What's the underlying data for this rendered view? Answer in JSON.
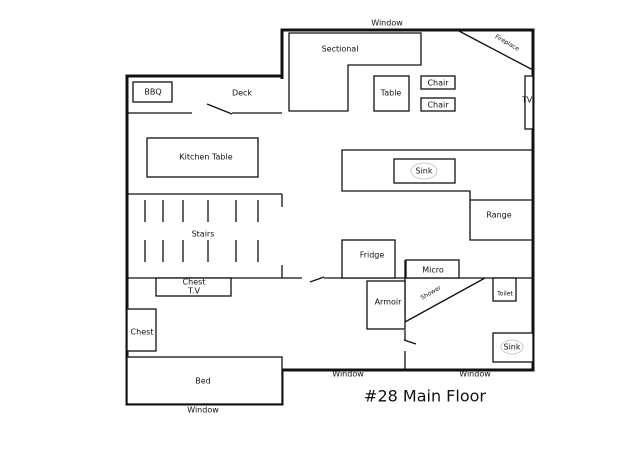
{
  "title": "#28 Main Floor",
  "windows": {
    "top": "Window",
    "bottom_mid": "Window",
    "bottom_right": "Window",
    "bottom_left": "Window"
  },
  "rooms": {
    "bbq": "BBQ",
    "deck": "Deck",
    "sectional": "Sectional",
    "table": "Table",
    "chair_1": "Chair",
    "chair_2": "Chair",
    "fireplace": "Fireplace",
    "tv": "TV",
    "kitchen_table": "Kitchen Table",
    "kitchen_sink": "Sink",
    "range": "Range",
    "stairs": "Stairs",
    "fridge": "Fridge",
    "micro": "Micro",
    "chest_tv_1": "Chest",
    "chest_tv_2": "T.V",
    "armoir": "Armoir",
    "shower": "Shower",
    "toilet": "Toilet",
    "bath_sink": "Sink",
    "chest": "Chest",
    "bed": "Bed"
  }
}
